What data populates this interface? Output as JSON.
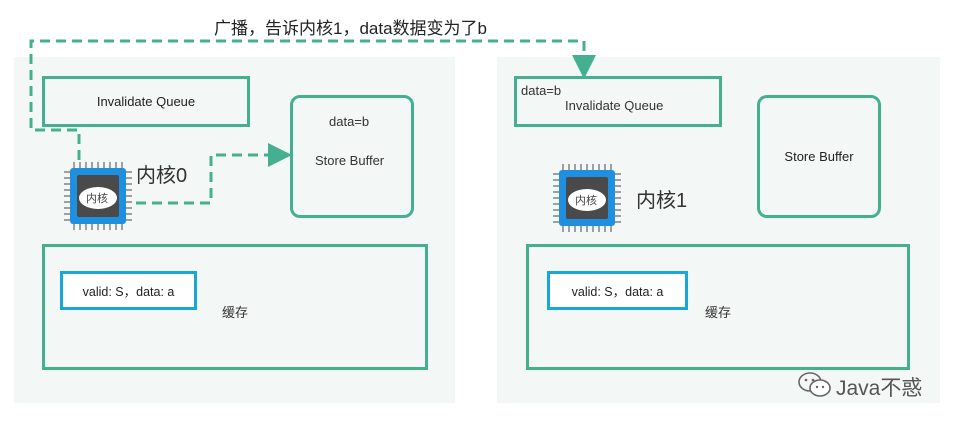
{
  "broadcast_text": "广播，告诉内核1，data数据变为了b",
  "left": {
    "invalidate_queue": "Invalidate Queue",
    "store_buffer": "Store Buffer",
    "store_buffer_entry": "data=b",
    "core_chip_label": "内核",
    "core_name": "内核0",
    "cache_line": "valid: S，data: a",
    "cache_label": "缓存"
  },
  "right": {
    "invalidate_queue": "Invalidate Queue",
    "queue_entry": "data=b",
    "store_buffer": "Store Buffer",
    "core_chip_label": "内核",
    "core_name": "内核1",
    "cache_line": "valid: S，data: a",
    "cache_label": "缓存"
  },
  "watermark": "Java不惑",
  "icons": [
    "cpu-chip-icon",
    "wechat-logo-icon"
  ],
  "colors": {
    "box_border": "#44b08f",
    "cache_line_border": "#19a7d9",
    "panel_bg": "#f3f7f5"
  }
}
